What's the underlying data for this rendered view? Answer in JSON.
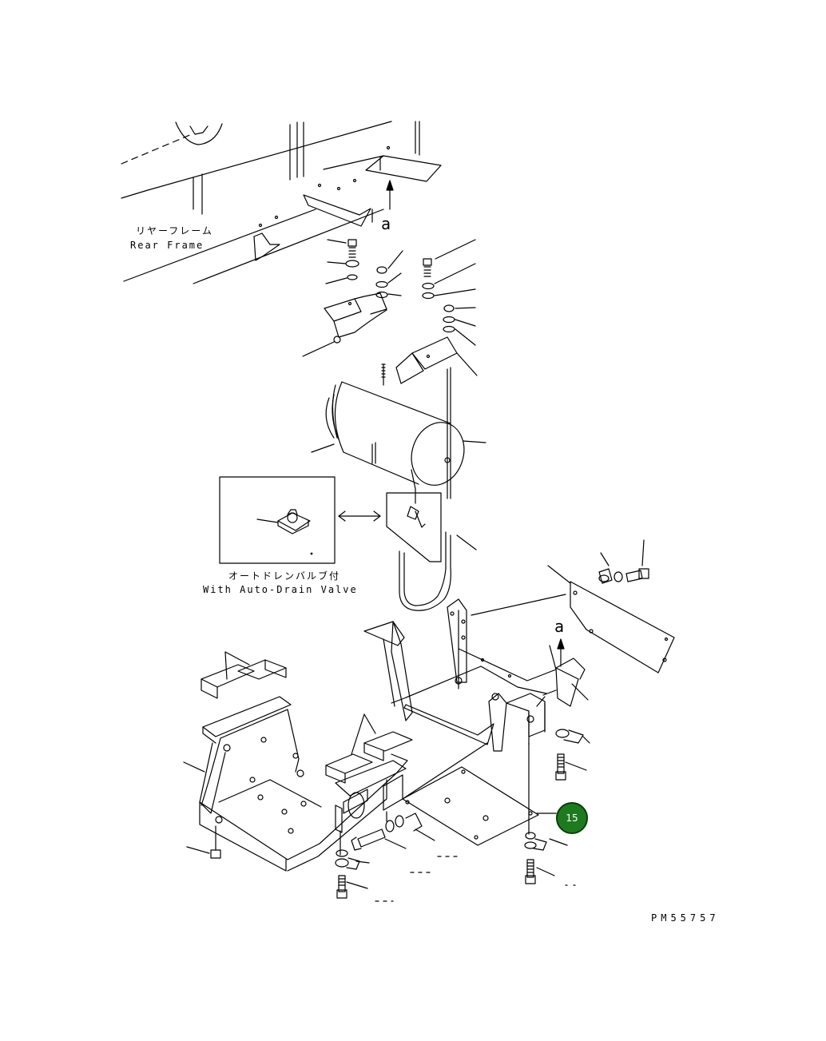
{
  "labels": {
    "rear_frame_jp": "リヤーフレーム",
    "rear_frame_en": "Rear Frame",
    "auto_drain_jp": "オートドレンバルブ付",
    "auto_drain_en": "With Auto-Drain Valve",
    "view_marker_top": "a",
    "view_marker_bottom": "a",
    "drawing_number": "PM55757"
  },
  "callouts": [
    {
      "number": "15",
      "color": "#1e7a1e"
    }
  ]
}
